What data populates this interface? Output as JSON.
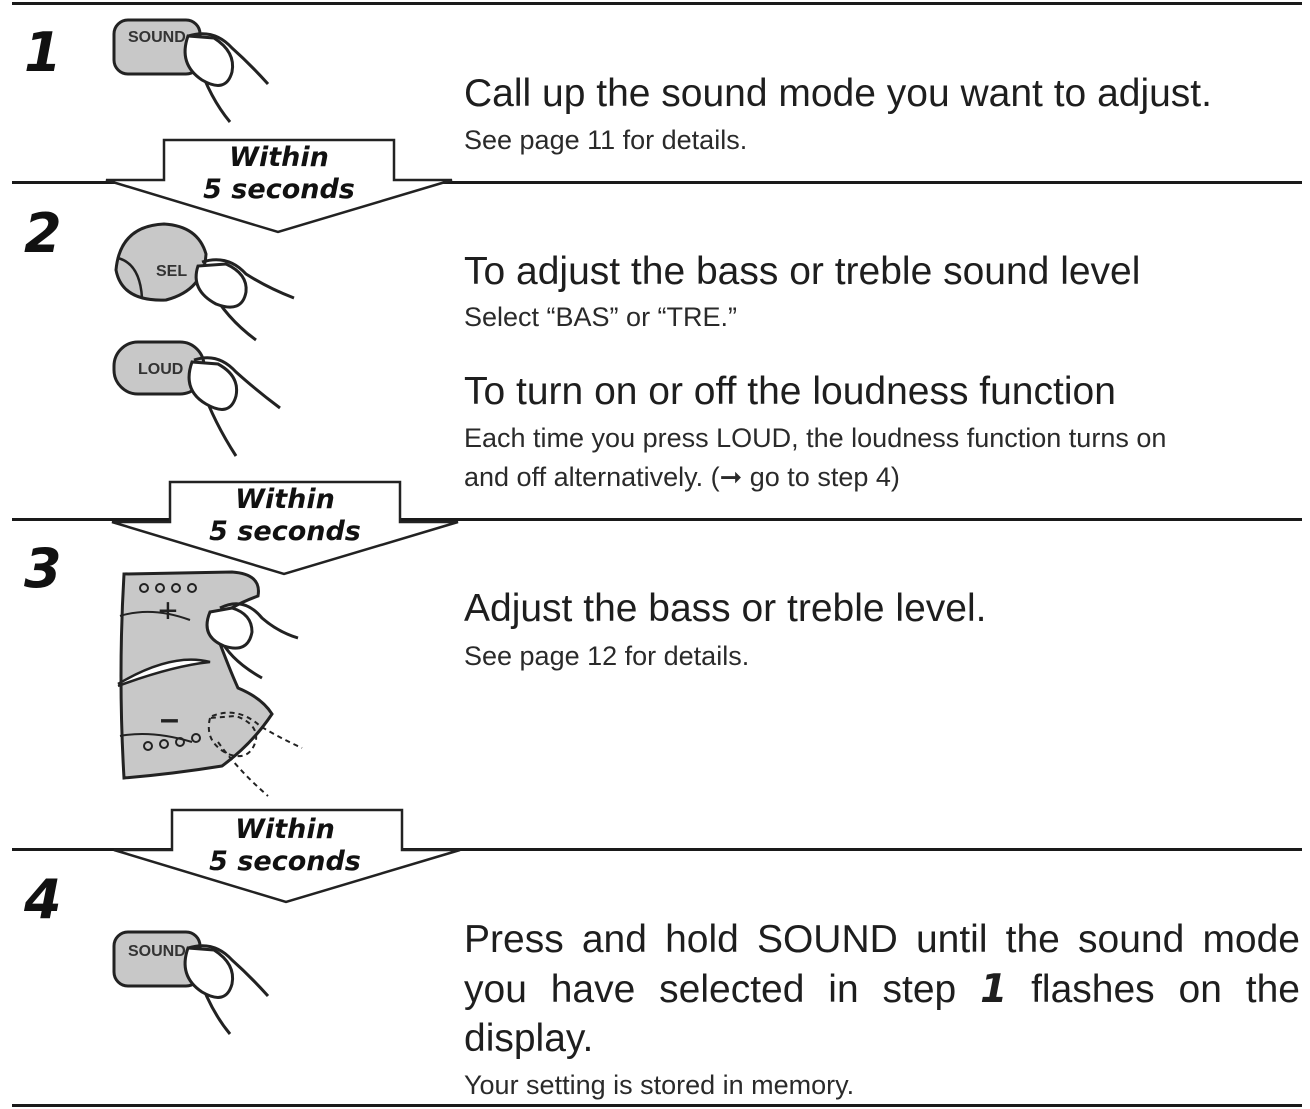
{
  "steps": [
    {
      "number": "1",
      "button_label": "SOUND",
      "heading": "Call up the sound mode you want to adjust.",
      "detail": "See page 11 for details."
    },
    {
      "number": "2",
      "sel_label": "SEL",
      "loud_label": "LOUD",
      "bass_heading": "To adjust the bass or treble sound level",
      "bass_detail": "Select “BAS” or “TRE.”",
      "loud_heading": "To turn on or off the loudness function",
      "loud_detail_line1": "Each time you press LOUD, the loudness function turns on",
      "loud_detail_line2": "and off alternatively. (➞ go to step 4)"
    },
    {
      "number": "3",
      "plus_label": "+",
      "minus_label": "–",
      "heading": "Adjust the bass or treble level.",
      "detail": "See page 12 for details."
    },
    {
      "number": "4",
      "button_label": "SOUND",
      "heading_part1": "Press and hold SOUND until the sound mode you have selected in step ",
      "heading_step_ref": "1",
      "heading_part2": " flashes on the display.",
      "detail": "Your setting is stored in memory."
    }
  ],
  "arrows": [
    {
      "line1": "Within",
      "line2": "5 seconds"
    },
    {
      "line1": "Within",
      "line2": "5 seconds"
    },
    {
      "line1": "Within",
      "line2": "5 seconds"
    }
  ]
}
